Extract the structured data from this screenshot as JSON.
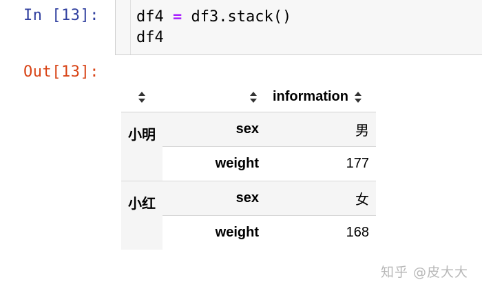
{
  "prompts": {
    "input_label": "In [13]:",
    "output_label": "Out[13]:"
  },
  "code": {
    "line1_var": "df4",
    "line1_op": "=",
    "line1_rest": "df3.stack()",
    "line2": "df4"
  },
  "table": {
    "column_header": "information",
    "groups": [
      {
        "index_level1": "小明",
        "rows": [
          {
            "index_level2": "sex",
            "value": "男"
          },
          {
            "index_level2": "weight",
            "value": "177"
          }
        ]
      },
      {
        "index_level1": "小红",
        "rows": [
          {
            "index_level2": "sex",
            "value": "女"
          },
          {
            "index_level2": "weight",
            "value": "168"
          }
        ]
      }
    ]
  },
  "watermark": "知乎 @皮大大",
  "colors": {
    "prompt_in": "#303f9f",
    "prompt_out": "#d84315",
    "operator": "#aa22ff"
  }
}
